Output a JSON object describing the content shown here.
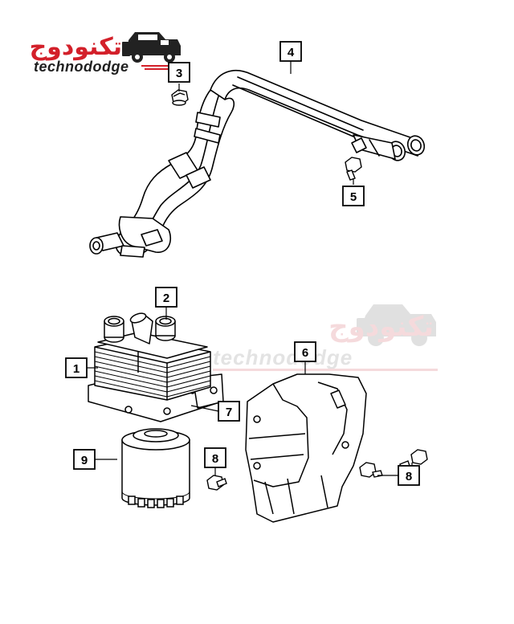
{
  "logo": {
    "arabic": "تكنودوج",
    "latin": "technododge",
    "colors": {
      "red": "#d3202a",
      "dark": "#1f1f1f"
    }
  },
  "watermark": {
    "arabic": "تكنودوج",
    "latin": "technododge"
  },
  "callouts": [
    {
      "id": "1",
      "label": "1"
    },
    {
      "id": "2",
      "label": "2"
    },
    {
      "id": "3",
      "label": "3"
    },
    {
      "id": "4",
      "label": "4"
    },
    {
      "id": "5",
      "label": "5"
    },
    {
      "id": "6",
      "label": "6"
    },
    {
      "id": "7",
      "label": "7"
    },
    {
      "id": "8a",
      "label": "8"
    },
    {
      "id": "8b",
      "label": "8"
    },
    {
      "id": "9",
      "label": "9"
    }
  ]
}
